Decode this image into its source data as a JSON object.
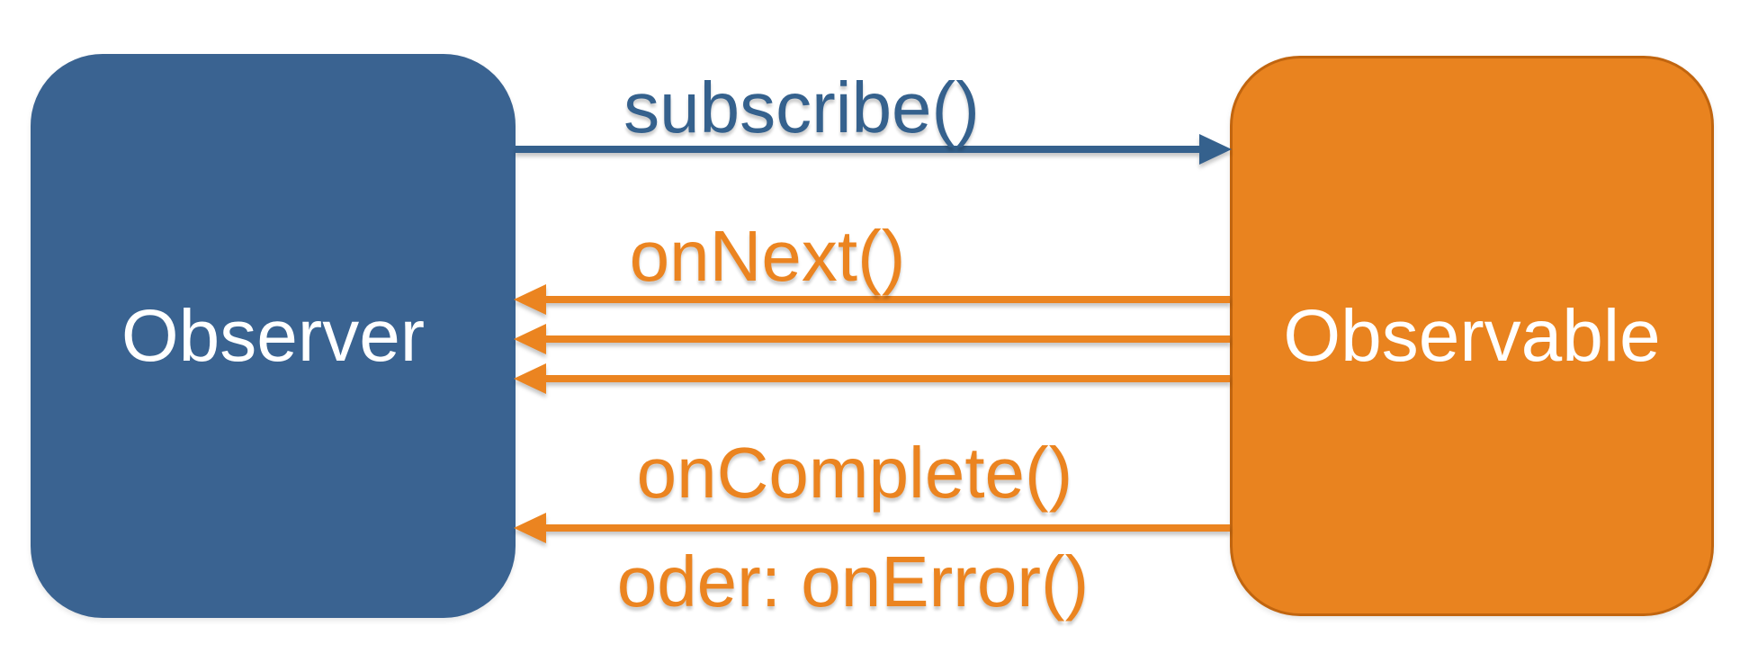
{
  "diagram": {
    "observer_box": {
      "label": "Observer"
    },
    "observable_box": {
      "label": "Observable"
    },
    "messages": {
      "subscribe": "subscribe()",
      "on_next": "onNext()",
      "on_complete": "onComplete()",
      "on_error_alt": "oder: onError()"
    },
    "arrows": [
      {
        "name": "subscribe-arrow",
        "from": "Observer",
        "to": "Observable",
        "direction": "right",
        "color_role": "blue"
      },
      {
        "name": "on-next-arrow-1",
        "from": "Observable",
        "to": "Observer",
        "direction": "left",
        "color_role": "orange"
      },
      {
        "name": "on-next-arrow-2",
        "from": "Observable",
        "to": "Observer",
        "direction": "left",
        "color_role": "orange"
      },
      {
        "name": "on-next-arrow-3",
        "from": "Observable",
        "to": "Observer",
        "direction": "left",
        "color_role": "orange"
      },
      {
        "name": "on-complete-arrow",
        "from": "Observable",
        "to": "Observer",
        "direction": "left",
        "color_role": "orange"
      }
    ]
  },
  "colors": {
    "blue": "#3A6391",
    "blue_dark": "#35618D",
    "orange": "#E9831F",
    "orange_bright": "#EB8420",
    "orange_border": "#C1650F",
    "box_text": "#FFFFFF"
  }
}
